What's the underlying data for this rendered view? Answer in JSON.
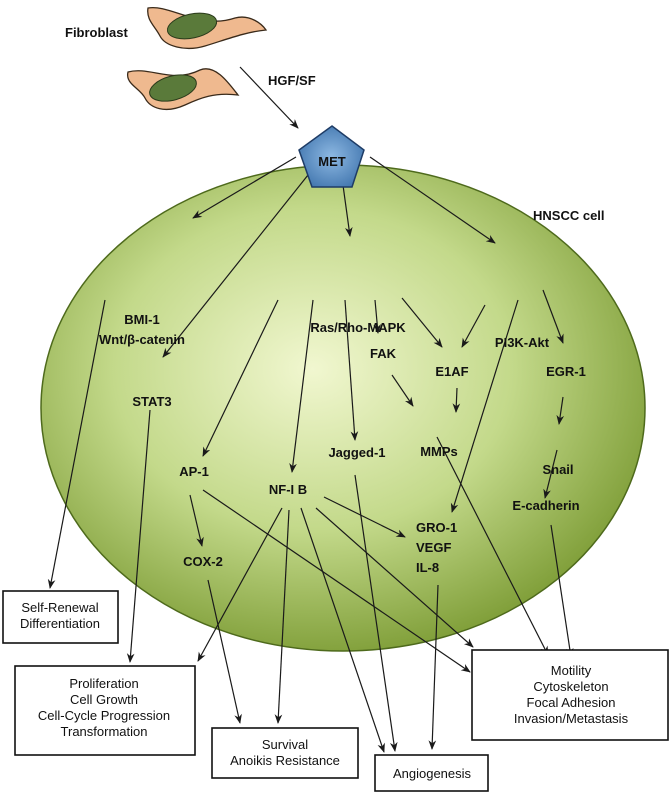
{
  "colors": {
    "cell_fill_center": "#eef5c8",
    "cell_fill_edge": "#7f9e38",
    "met_fill": "#4f86c0",
    "fibroblast_fill": "#efb98f",
    "nucleus_fill": "#5a7a3a"
  },
  "labels": {
    "fibroblast": "Fibroblast",
    "hgf": "HGF/SF",
    "met": "MET",
    "hnscc": "HNSCC cell",
    "bmi1": "BMI-1",
    "wnt": "Wnt/β-catenin",
    "ras": "Ras/Rho-MAPK",
    "pi3k": "PI3K-Akt",
    "fak": "FAK",
    "e1af": "E1AF",
    "egr1": "EGR-1",
    "stat3": "STAT3",
    "mmps": "MMPs",
    "snail": "Snail",
    "ap1": "AP-1",
    "jagged": "Jagged-1",
    "nfkb": "NF-I B",
    "ecad": "E-cadherin",
    "gro1": "GRO-1",
    "vegf": "VEGF",
    "il8": "IL-8",
    "cox2": "COX-2"
  },
  "outcomes": {
    "self_renewal": [
      "Self-Renewal",
      "Differentiation"
    ],
    "proliferation": [
      "Proliferation",
      "Cell Growth",
      "Cell-Cycle Progression",
      "Transformation"
    ],
    "survival": [
      "Survival",
      "Anoikis Resistance"
    ],
    "angiogenesis": [
      "Angiogenesis"
    ],
    "motility": [
      "Motility",
      "Cytoskeleton",
      "Focal Adhesion",
      "Invasion/Metastasis"
    ]
  }
}
